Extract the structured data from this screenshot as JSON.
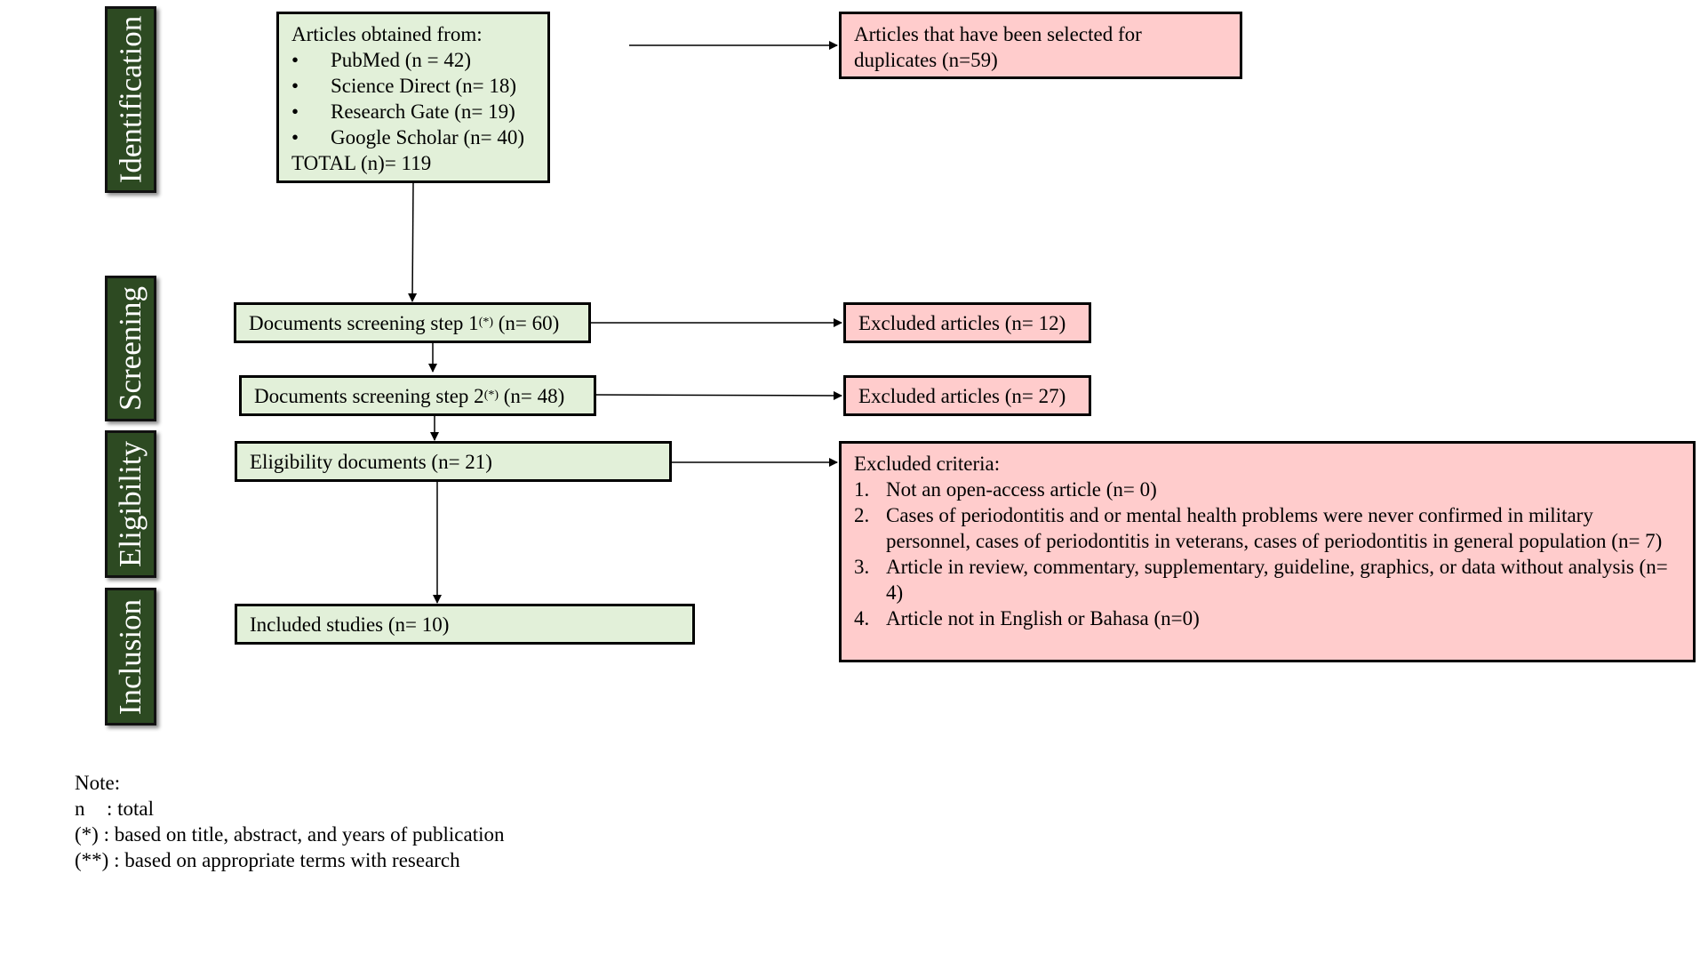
{
  "phases": {
    "identification": "Identification",
    "screening": "Screening",
    "eligibility": "Eligibility",
    "inclusion": "Inclusion"
  },
  "sources": {
    "heading": "Articles obtained from:",
    "bullet": "•",
    "items": [
      "PubMed (n = 42)",
      "Science Direct (n= 18)",
      "Research Gate (n= 19)",
      "Google Scholar (n= 40)"
    ],
    "total": "TOTAL (n)= 119"
  },
  "duplicates": {
    "line1": "Articles that have been selected for",
    "line2": "duplicates (n=59)"
  },
  "screening_step1": {
    "prefix": "Documents screening step 1",
    "mark": "(*)",
    "suffix": " (n= 60)"
  },
  "screening_step2": {
    "prefix": "Documents screening step 2",
    "mark": "(*)",
    "suffix": " (n= 48)"
  },
  "excluded_1": "Excluded articles (n= 12)",
  "excluded_2": "Excluded articles (n= 27)",
  "eligibility_docs": "Eligibility documents (n= 21)",
  "included": "Included studies (n= 10)",
  "excluded_criteria": {
    "heading": "Excluded criteria:",
    "items": [
      {
        "num": "1.",
        "text": "Not an open-access article (n= 0)"
      },
      {
        "num": "2.",
        "text": "Cases of periodontitis and or mental health problems were never confirmed in military personnel, cases of periodontitis in veterans, cases of periodontitis in general population (n= 7)"
      },
      {
        "num": "3.",
        "text": "Article in review, commentary, supplementary, guideline, graphics, or data without analysis (n= 4)"
      },
      {
        "num": "4.",
        "text": "Article not in English or Bahasa (n=0)"
      }
    ]
  },
  "note": {
    "title": "Note:",
    "n_key": "n",
    "n_desc": ": total",
    "star": "(*) : based on title, abstract, and years of publication",
    "double_star": "(**) : based on appropriate terms with research"
  },
  "colors": {
    "phase_bg": "#2d4a22",
    "green_box": "#e2f0d9",
    "pink_box": "#ffcccc"
  }
}
